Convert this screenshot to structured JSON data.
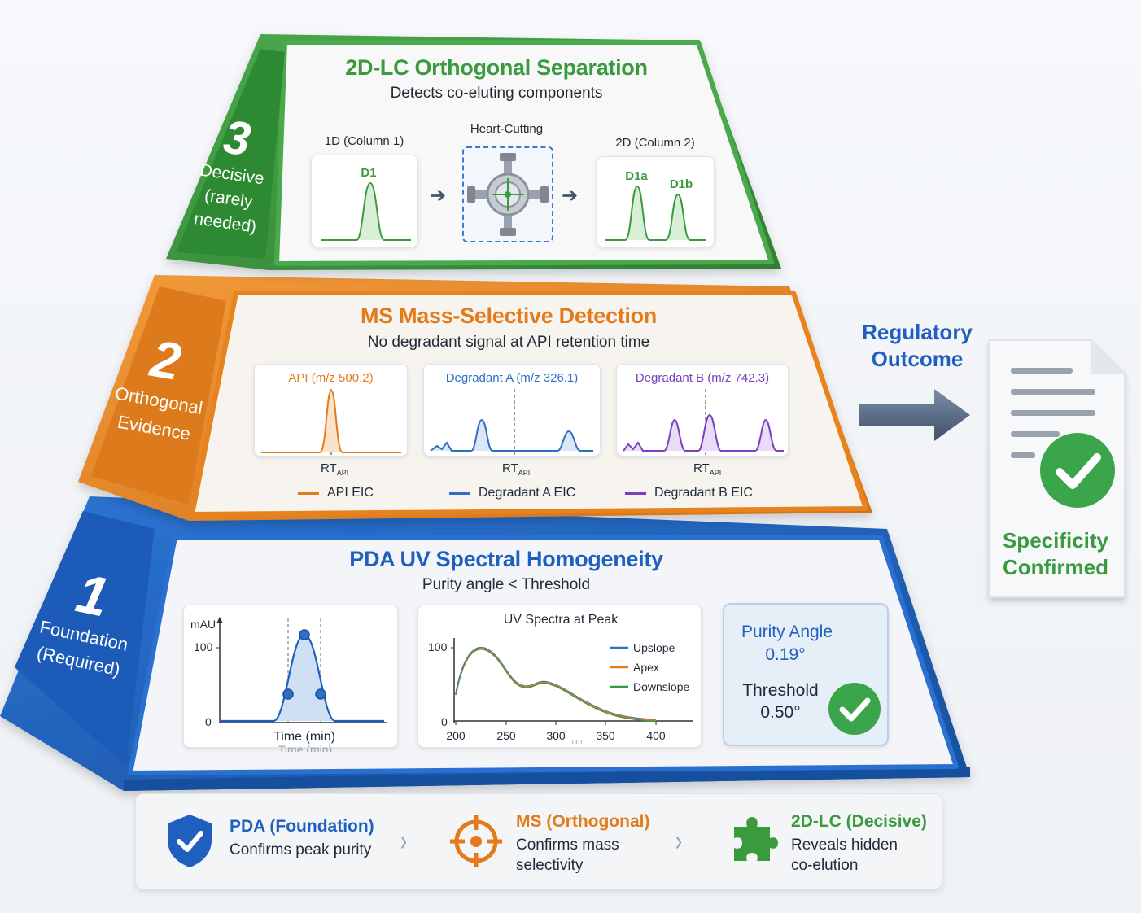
{
  "tier3": {
    "number": "3",
    "label_lines": [
      "Decisive",
      "(rarely",
      "needed)"
    ],
    "title": "2D-LC Orthogonal Separation",
    "subtitle": "Detects co-eluting components",
    "col1_label": "1D (Column 1)",
    "col1_peak": "D1",
    "valve_label": "Heart-Cutting",
    "col2_label": "2D (Column 2)",
    "col2_peak_a": "D1a",
    "col2_peak_b": "D1b",
    "color": "#3a9a3e"
  },
  "tier2": {
    "number": "2",
    "label_lines": [
      "Orthogonal",
      "Evidence"
    ],
    "title": "MS Mass-Selective Detection",
    "subtitle": "No degradant signal at API retention time",
    "panels": [
      {
        "title": "API (m/z 500.2)",
        "rt": "RT",
        "rt_sub": "API",
        "color": "#e37b1c"
      },
      {
        "title": "Degradant A (m/z 326.1)",
        "rt": "RT",
        "rt_sub": "API",
        "color": "#2f6fc4"
      },
      {
        "title": "Degradant B (m/z 742.3)",
        "rt": "RT",
        "rt_sub": "API",
        "color": "#7b3fc4"
      }
    ],
    "legend": [
      "API EIC",
      "Degradant A EIC",
      "Degradant B EIC"
    ],
    "color": "#e8821e"
  },
  "tier1": {
    "number": "1",
    "label_lines": [
      "Foundation",
      "(Required)"
    ],
    "title": "PDA UV Spectral Homogeneity",
    "subtitle": "Purity angle < Threshold",
    "chromatogram": {
      "ylabel": "mAU",
      "y_top": "100",
      "y_zero": "0",
      "xlabel": "Time (min)",
      "ghost": "Time (min)"
    },
    "spectra": {
      "title": "UV Spectra at Peak",
      "y_top": "100",
      "y_zero": "0",
      "x_ticks": [
        "200",
        "250",
        "300",
        "350",
        "400"
      ],
      "x_unit": "nm",
      "legend": [
        "Upslope",
        "Apex",
        "Downslope"
      ]
    },
    "purity": {
      "angle_label": "Purity Angle",
      "angle_value": "0.19°",
      "threshold_label": "Threshold",
      "threshold_value": "0.50°"
    },
    "color": "#1f5fbf"
  },
  "outcome": {
    "heading_lines": [
      "Regulatory",
      "Outcome"
    ],
    "result_lines": [
      "Specificity",
      "Confirmed"
    ]
  },
  "summary": [
    {
      "title": "PDA (Foundation)",
      "desc": [
        "Confirms peak purity"
      ],
      "color": "#1f5fbf",
      "icon": "shield-check-icon"
    },
    {
      "title": "MS (Orthogonal)",
      "desc": [
        "Confirms mass",
        "selectivity"
      ],
      "color": "#e37b1c",
      "icon": "target-icon"
    },
    {
      "title": "2D-LC (Decisive)",
      "desc": [
        "Reveals hidden",
        "co-elution"
      ],
      "color": "#3a9a3e",
      "icon": "puzzle-icon"
    }
  ],
  "colors": {
    "blue": "#1f5fbf",
    "orange": "#e8821e",
    "green": "#3a9a3e",
    "purple": "#7b3fc4"
  }
}
